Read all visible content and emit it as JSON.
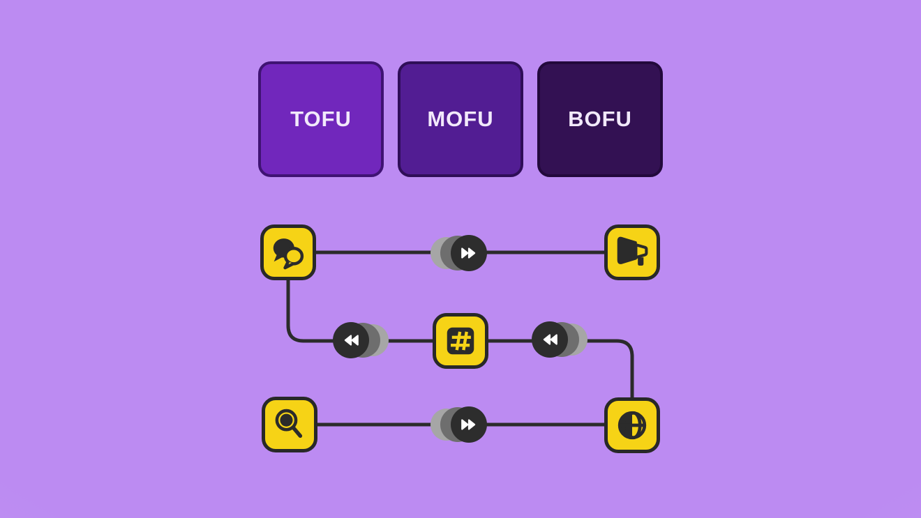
{
  "illustration": {
    "funnel": {
      "stages": [
        {
          "label": "TOFU",
          "fill": "#7127bc",
          "border": "#3f1373"
        },
        {
          "label": "MOFU",
          "fill": "#521d93",
          "border": "#2f0e58"
        },
        {
          "label": "BOFU",
          "fill": "#331153",
          "border": "#23093c"
        }
      ],
      "label_color": "#f2e9fb"
    },
    "flow": {
      "nodes": [
        {
          "icon": "chat-icon",
          "position": "row-1-left"
        },
        {
          "icon": "megaphone-icon",
          "position": "row-1-right"
        },
        {
          "icon": "hashtag-icon",
          "position": "row-2-center"
        },
        {
          "icon": "search-icon",
          "position": "row-3-left"
        },
        {
          "icon": "globe-icon",
          "position": "row-3-right"
        }
      ],
      "controls": [
        {
          "type": "fast-forward",
          "position": "row-1"
        },
        {
          "type": "rewind",
          "position": "row-2-left"
        },
        {
          "type": "rewind",
          "position": "row-2-right"
        },
        {
          "type": "fast-forward",
          "position": "row-3"
        }
      ],
      "node_color": "#f6d316",
      "line_color": "#2b2b2b",
      "control_trail_colors": [
        "#a6a6a6",
        "#6e6e6e",
        "#2d2d2d"
      ]
    },
    "background_color": "#bc8bf2"
  }
}
